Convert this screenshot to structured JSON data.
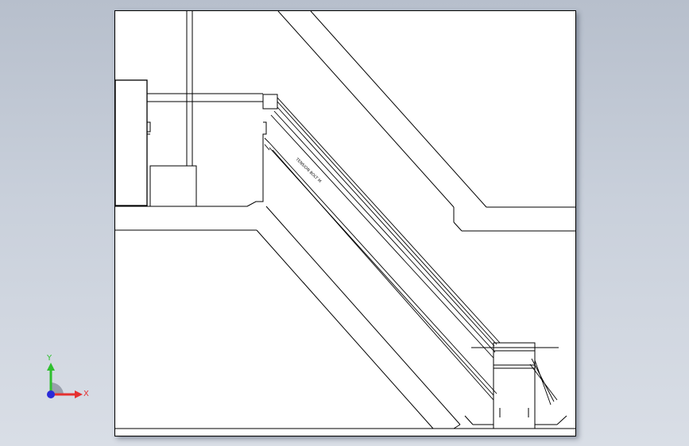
{
  "viewport": {
    "background_top": "#b7bfcc",
    "background_bottom": "#d9dee6"
  },
  "drawing": {
    "line_color": "#000000",
    "sheet_color": "#ffffff",
    "annotation_text": "TENSION BOLT M"
  },
  "triad": {
    "x_label": "X",
    "y_label": "Y",
    "x_color": "#e53030",
    "y_color": "#2fbf2f",
    "z_color": "#2a2ad8"
  }
}
